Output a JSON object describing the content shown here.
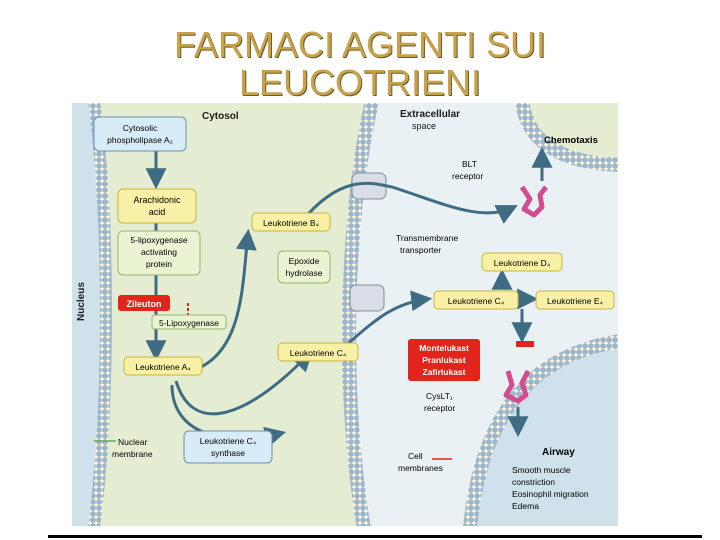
{
  "title": {
    "line1": "FARMACI AGENTI SUI",
    "line2": "LEUCOTRIENI"
  },
  "figure": {
    "regions": {
      "cytosol": "Cytosol",
      "extracellular": "Extracellular",
      "extracellular2": "space",
      "nucleus": "Nucleus"
    },
    "boxes": {
      "pla2_1": "Cytosolic",
      "pla2_2": "phospholipase A₂",
      "aa_1": "Arachidonic",
      "aa_2": "acid",
      "flap_1": "5-lipoxygenase",
      "flap_2": "activating",
      "flap_3": "protein",
      "zileuton": "Zileuton",
      "lox": "5-Lipoxygenase",
      "lta4": "Leukotriene A₄",
      "ltb4": "Leukotriene B₄",
      "eh_1": "Epoxide",
      "eh_2": "hydrolase",
      "ltc4": "Leukotriene C₄",
      "ltc4s_1": "Leukotriene C₄",
      "ltc4s_2": "synthase",
      "ltd4": "Leukotriene D₄",
      "ltc4_out": "Leukotriene C₄",
      "lte4": "Leukotriene E₄",
      "drugs_1": "Montelukast",
      "drugs_2": "Pranlukast",
      "drugs_3": "Zafirlukast"
    },
    "labels": {
      "chemotaxis": "Chemotaxis",
      "blt_1": "BLT",
      "blt_2": "receptor",
      "trans_1": "Transmembrane",
      "trans_2": "transporter",
      "cyslt_1": "CysLT₁",
      "cyslt_2": "receptor",
      "nuclear_1": "Nuclear",
      "nuclear_2": "membrane",
      "cell_1": "Cell",
      "cell_2": "membranes",
      "airway": "Airway",
      "effect_1": "Smooth muscle",
      "effect_2": "constriction",
      "effect_3": "Eosinophil migration",
      "effect_4": "Edema"
    },
    "colors": {
      "cytosol_bg": "#e4edd2",
      "nucleus_bg": "#cfe2ec",
      "extracellular_bg": "#e9f1f4",
      "membrane_head": "#9ab8d4",
      "membrane_core": "#f7f2dc",
      "box_blue": "#d7ecf7",
      "box_yellow": "#f8f0a6",
      "box_green": "#eaf4d2",
      "box_red": "#e2251b",
      "arrow": "#3f6b83",
      "receptor": "#d24c90",
      "title": "#c8a24a"
    }
  }
}
